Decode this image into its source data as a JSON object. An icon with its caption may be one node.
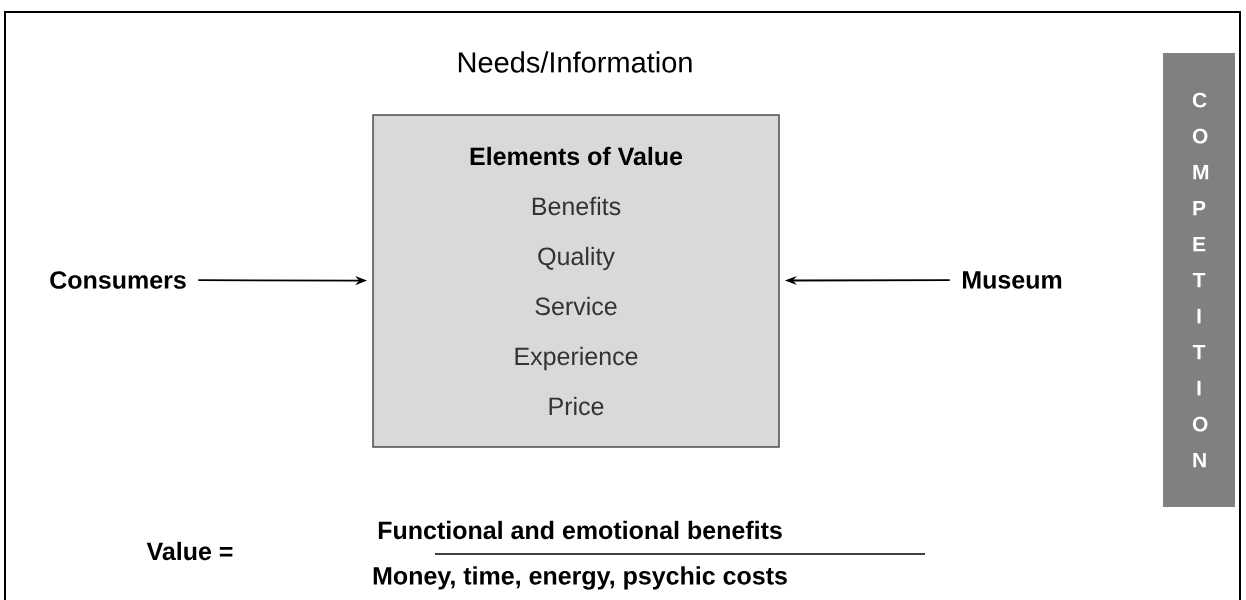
{
  "diagram": {
    "nodes": [
      {
        "text": [
          "Elements of Value",
          "Benefits",
          "Quality",
          "Service",
          "Experience",
          "Price"
        ]
      },
      {
        "text": [
          "Consumers"
        ]
      },
      {
        "text": [
          "Museum"
        ]
      },
      {
        "text": [
          "COMPETITION"
        ]
      }
    ],
    "edges": [
      {
        "from": 1,
        "to": 0,
        "arrow": "to"
      },
      {
        "from": 2,
        "to": 0,
        "arrow": "to"
      }
    ],
    "labels": [
      "Needs/Information",
      "Value =",
      "Functional and emotional benefits",
      "Money, time, energy, psychic costs"
    ]
  }
}
